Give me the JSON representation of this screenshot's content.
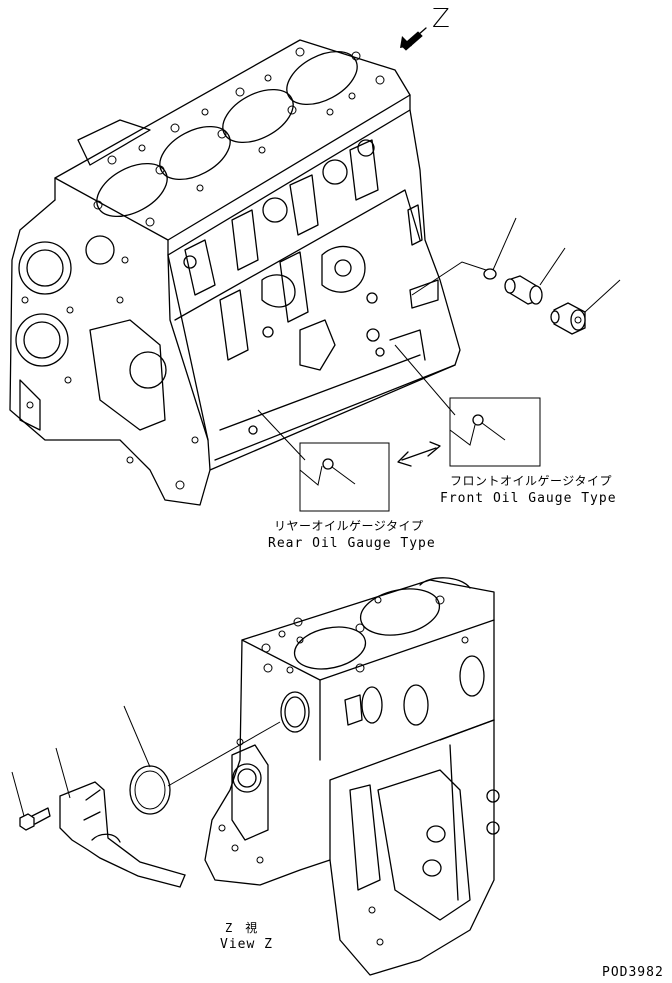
{
  "view_marker": "Z",
  "labels": {
    "front_jp": "フロントオイルゲージタイプ",
    "front_en": "Front Oil Gauge Type",
    "rear_jp": "リヤーオイルゲージタイプ",
    "rear_en": "Rear Oil Gauge Type",
    "view_jp": "Z　視",
    "view_en": "View Z"
  },
  "drawing_code": "POD3982"
}
